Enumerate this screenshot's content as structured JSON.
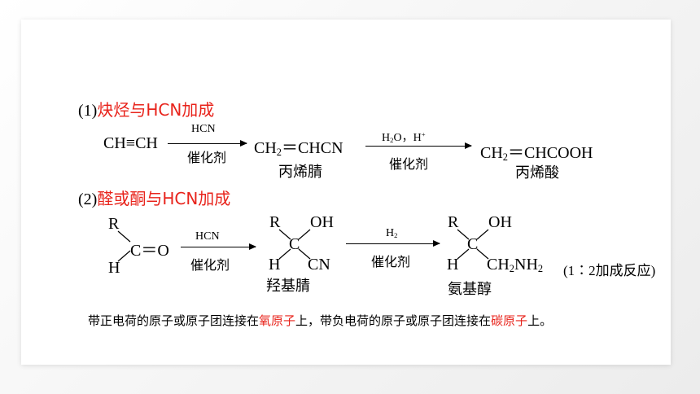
{
  "sections": [
    {
      "number": "(1)",
      "title": "炔烃与HCN加成"
    },
    {
      "number": "(2)",
      "title": "醛或酮与HCN加成"
    }
  ],
  "reaction1": {
    "reactant": "CH≡CH",
    "arrow1_above": "HCN",
    "arrow1_below": "催化剂",
    "intermediate_ch": "CH",
    "intermediate_sub": "2",
    "intermediate_rest": "＝CHCN",
    "intermediate_name": "丙烯腈",
    "arrow2_h": "H",
    "arrow2_sub": "2",
    "arrow2_o": "O，H",
    "arrow2_sup": "+",
    "arrow2_below": "催化剂",
    "product_ch": "CH",
    "product_sub": "2",
    "product_rest": "＝CHCOOH",
    "product_name": "丙烯酸"
  },
  "reaction2": {
    "carbonyl": {
      "r": "R",
      "h": "H",
      "c": "C",
      "o": "＝O"
    },
    "arrow1_above": "HCN",
    "arrow1_below": "催化剂",
    "cyanohydrin": {
      "r": "R",
      "oh": "OH",
      "c": "C",
      "h": "H",
      "cn": "CN",
      "name": "羟基腈"
    },
    "arrow2_h": "H",
    "arrow2_sub": "2",
    "arrow2_below": "催化剂",
    "aminoalcohol": {
      "r": "R",
      "oh": "OH",
      "c": "C",
      "h": "H",
      "ch": "CH",
      "ch_sub": "2",
      "nh": "NH",
      "nh_sub": "2",
      "name": "氨基醇"
    },
    "ratio_note": "(1∶2加成反应)"
  },
  "note": {
    "part1": "带正电荷的原子或原子团连接在",
    "red1": "氧原子",
    "part2": "上，带负电荷的原子或原子团连接在",
    "red2": "碳原子",
    "part3": "上。"
  },
  "colors": {
    "accent": "#e8231b",
    "text": "#000000"
  }
}
